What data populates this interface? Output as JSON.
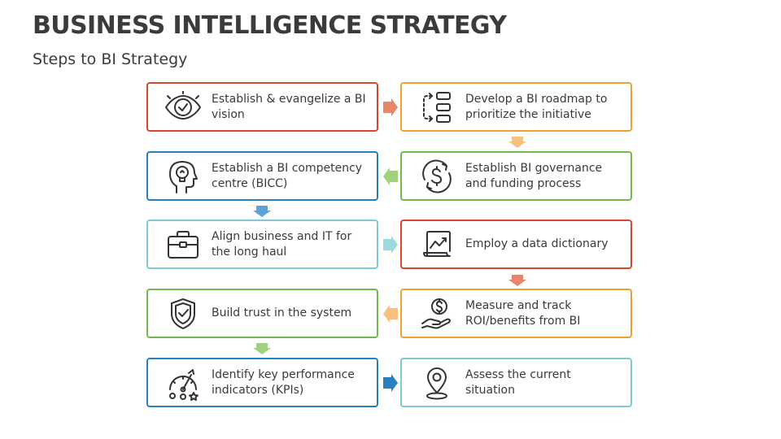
{
  "header": {
    "title": "BUSINESS INTELLIGENCE STRATEGY",
    "subtitle": "Steps to BI Strategy"
  },
  "steps": [
    {
      "label": "Establish & evangelize a BI vision",
      "icon": "eye-check-icon",
      "color": "#D9472B"
    },
    {
      "label": "Develop a BI roadmap to prioritize the initiative",
      "icon": "roadmap-icon",
      "color": "#F0A030"
    },
    {
      "label": "Establish BI governance and funding process",
      "icon": "dollar-cycle-icon",
      "color": "#72B84A"
    },
    {
      "label": "Establish a BI competency centre (BICC)",
      "icon": "head-bulb-icon",
      "color": "#2A7FC1"
    },
    {
      "label": "Align business and IT for the long haul",
      "icon": "briefcase-icon",
      "color": "#7BCBD6"
    },
    {
      "label": "Employ a data dictionary",
      "icon": "chart-document-icon",
      "color": "#D9472B"
    },
    {
      "label": "Measure and track ROI/benefits from BI",
      "icon": "hand-coin-icon",
      "color": "#F0A030"
    },
    {
      "label": "Build trust in the system",
      "icon": "shield-check-icon",
      "color": "#72B84A"
    },
    {
      "label": "Identify key performance indicators (KPIs)",
      "icon": "kpi-gauge-icon",
      "color": "#2A7FC1"
    },
    {
      "label": "Assess the current situation",
      "icon": "location-pin-icon",
      "color": "#7BCBD6"
    }
  ]
}
